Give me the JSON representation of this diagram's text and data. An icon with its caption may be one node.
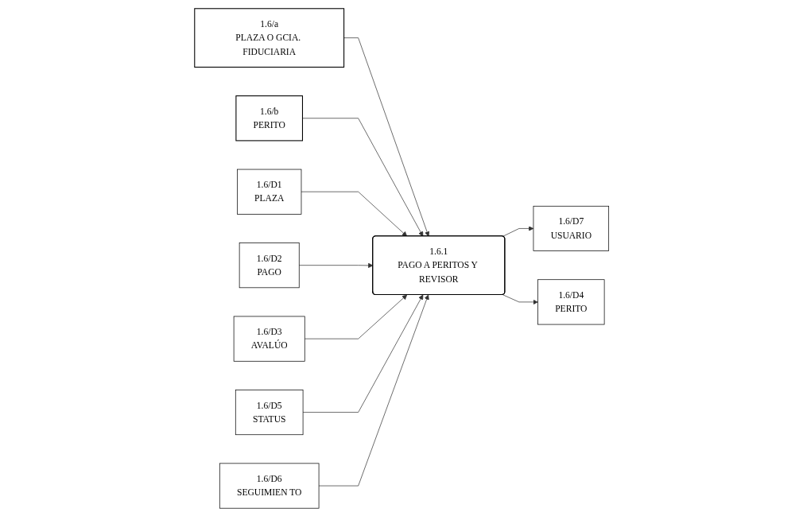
{
  "diagram": {
    "nodes": [
      {
        "text": [
          "1.6/a",
          "PLAZA O GCIA. FIDUCIARIA"
        ]
      },
      {
        "text": [
          "1.6/b",
          "PERITO"
        ]
      },
      {
        "text": [
          "1.6/D1",
          "PLAZA"
        ]
      },
      {
        "text": [
          "1.6/D2",
          "PAGO"
        ]
      },
      {
        "text": [
          "1.6/D3",
          "AVALÚO"
        ]
      },
      {
        "text": [
          "1.6/D7",
          "USUARIO"
        ]
      },
      {
        "text": [
          "1.6.1",
          "PAGO A PERITOS Y REVISOR"
        ]
      },
      {
        "text": [
          "1.6/D4",
          "PERITO"
        ]
      },
      {
        "text": [
          "1.6/D5",
          "STATUS"
        ]
      },
      {
        "text": [
          "1.6/D6",
          "SEGUIMIEN TO"
        ]
      }
    ],
    "edges": [
      {
        "from": 0,
        "to": 6,
        "arrow": "to"
      },
      {
        "from": 1,
        "to": 6,
        "arrow": "to"
      },
      {
        "from": 2,
        "to": 6,
        "arrow": "to"
      },
      {
        "from": 3,
        "to": 6,
        "arrow": "to"
      },
      {
        "from": 4,
        "to": 6,
        "arrow": "to"
      },
      {
        "from": 6,
        "to": 5,
        "arrow": "to"
      },
      {
        "from": 6,
        "to": 7,
        "arrow": "to"
      },
      {
        "from": 8,
        "to": 6,
        "arrow": "to"
      },
      {
        "from": 9,
        "to": 6,
        "arrow": "to"
      }
    ]
  }
}
